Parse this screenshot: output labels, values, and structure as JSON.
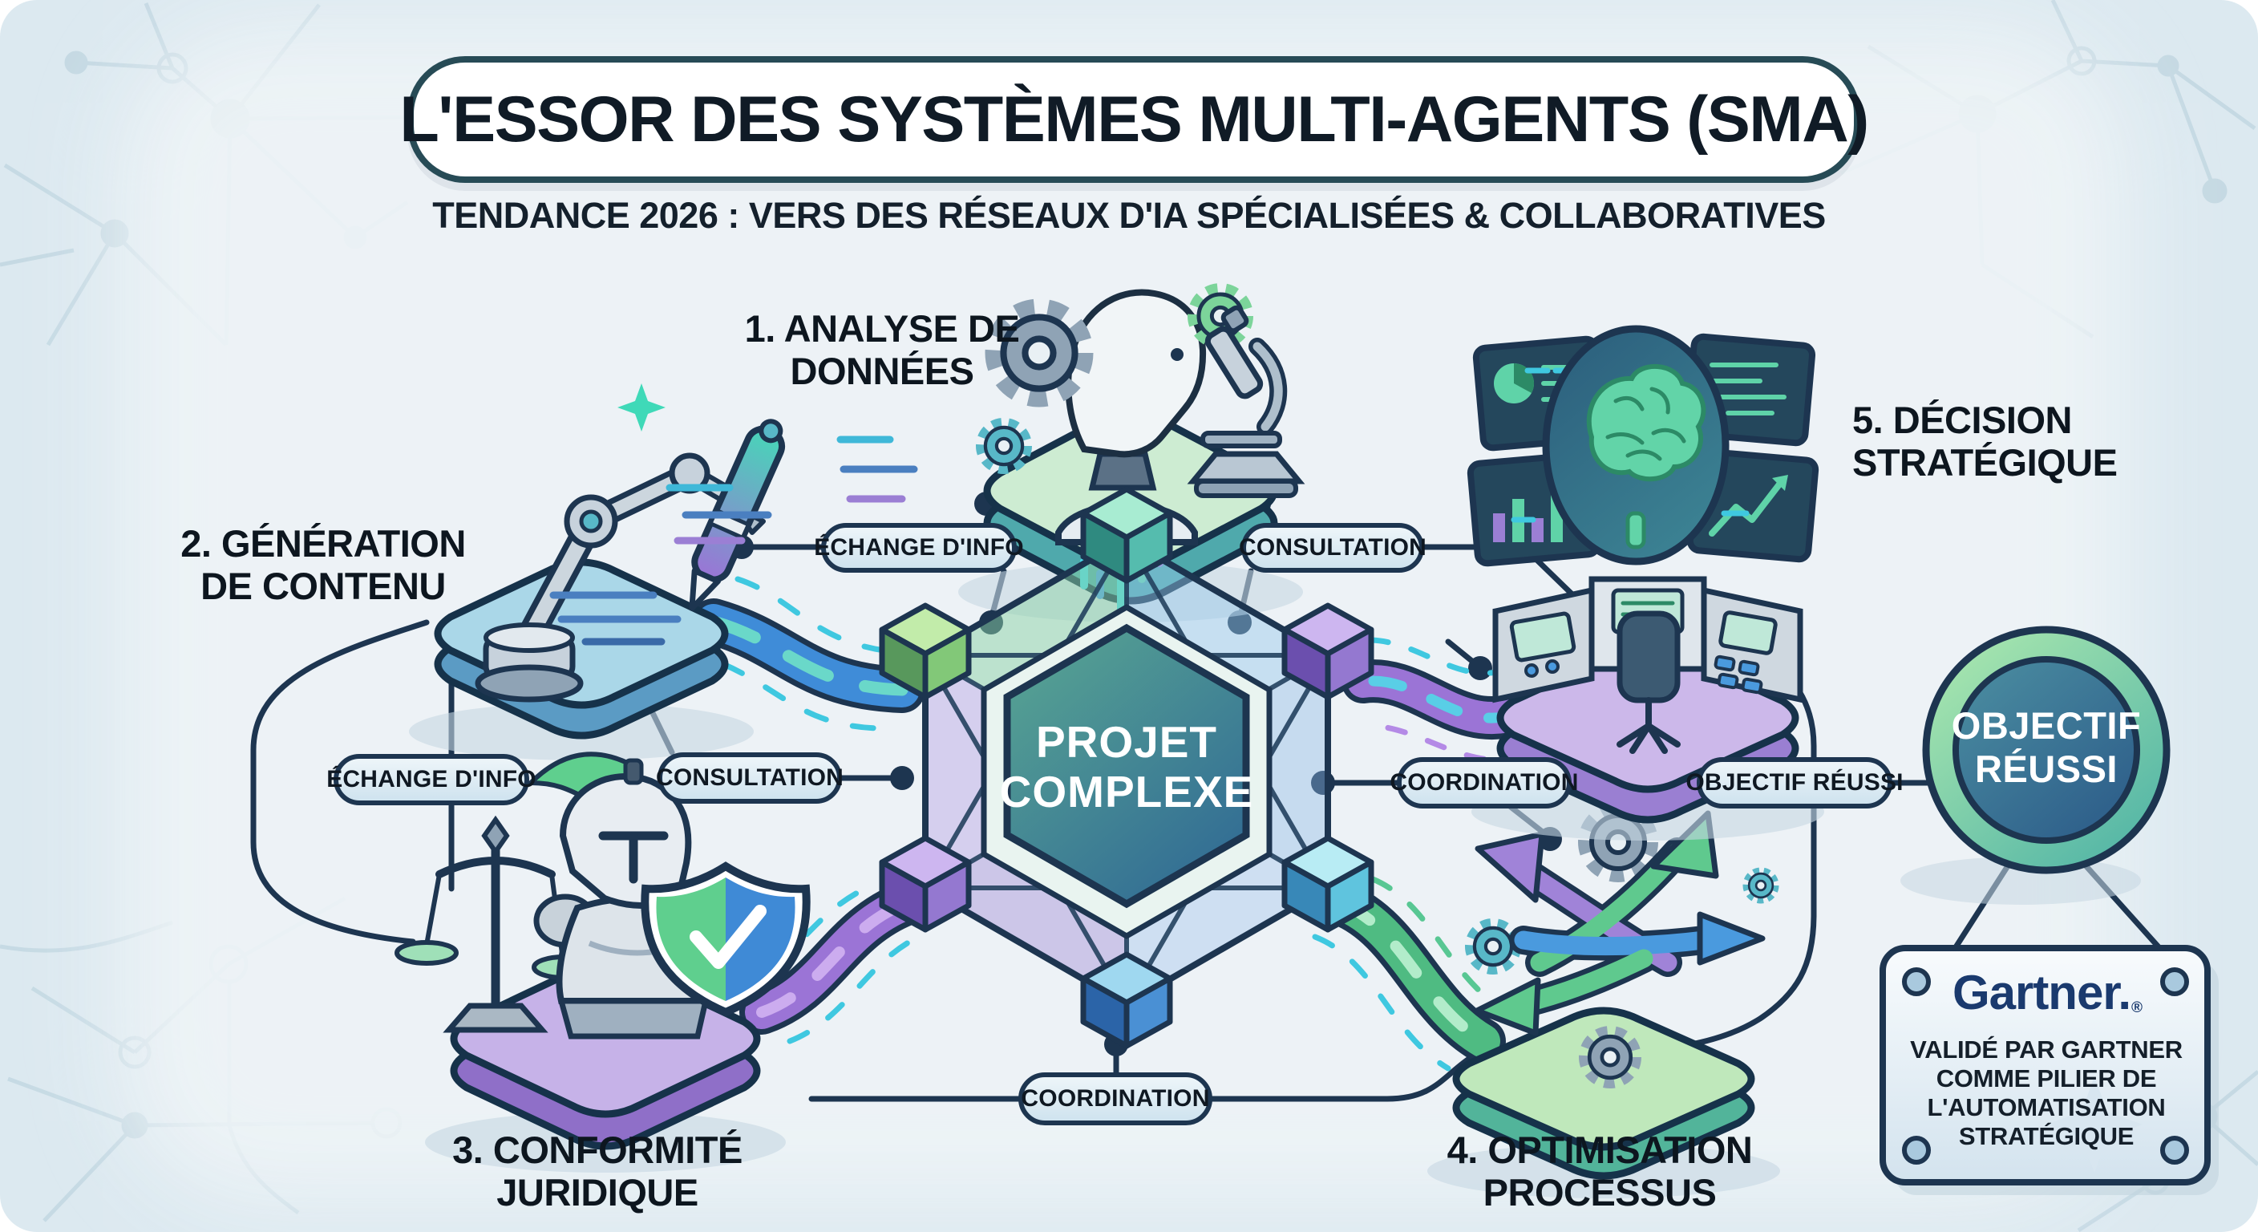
{
  "header": {
    "title": "L'ESSOR DES SYSTÈMES MULTI-AGENTS (SMA)",
    "subtitle": "TENDANCE 2026 : VERS DES RÉSEAUX D'IA SPÉCIALISÉES & COLLABORATIVES"
  },
  "center_node": {
    "line1": "PROJET",
    "line2": "COMPLEXE"
  },
  "agents": [
    {
      "label_line1": "1. ANALYSE DE",
      "label_line2": "DONNÉES",
      "icon": "robot-analyst-icon"
    },
    {
      "label_line1": "2. GÉNÉRATION",
      "label_line2": "DE CONTENU",
      "icon": "robot-arm-pen-icon"
    },
    {
      "label_line1": "3. CONFORMITÉ",
      "label_line2": "JURIDIQUE",
      "icon": "knight-shield-scales-icon"
    },
    {
      "label_line1": "4. OPTIMISATION",
      "label_line2": "PROCESSUS",
      "icon": "process-arrows-gears-icon"
    },
    {
      "label_line1": "5. DÉCISION",
      "label_line2": "STRATÉGIQUE",
      "icon": "command-center-brain-icon"
    }
  ],
  "links": {
    "top_left": "ÉCHANGE D'INFO",
    "top_right": "CONSULTATION",
    "mid_left_info": "ÉCHANGE D'INFO",
    "mid_left_consult": "CONSULTATION",
    "right_coord": "COORDINATION",
    "right_goal": "OBJECTIF RÉUSSI",
    "bottom_coord": "COORDINATION"
  },
  "goal": {
    "line1": "OBJECTIF",
    "line2": "RÉUSSI"
  },
  "badge": {
    "logo": "Gartner",
    "logo_mark": ".",
    "logo_reg": "®",
    "caption_lines": [
      "VALIDÉ PAR GARTNER",
      "COMME PILIER DE",
      "L'AUTOMATISATION",
      "STRATÉGIQUE"
    ]
  },
  "colors": {
    "navy": "#1d3550",
    "canvas": "#dce9f0",
    "teal": "#3e8796",
    "green": "#5fcf8e",
    "purple": "#9b74d6",
    "blue": "#3f8cd8",
    "accent_cyan": "#3fc8e0"
  }
}
